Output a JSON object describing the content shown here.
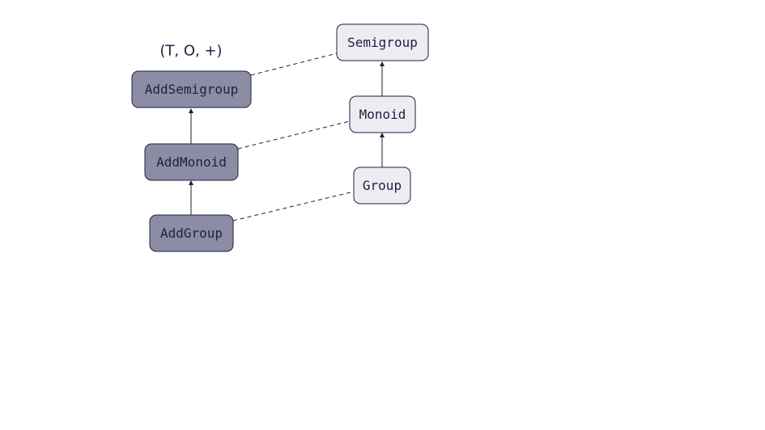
{
  "annotation": "(T, O, +)",
  "nodes": {
    "add_semigroup": "AddSemigroup",
    "add_monoid": "AddMonoid",
    "add_group": "AddGroup",
    "semigroup": "Semigroup",
    "monoid": "Monoid",
    "group": "Group"
  },
  "edges": {
    "inheritance": [
      {
        "from": "add_monoid",
        "to": "add_semigroup"
      },
      {
        "from": "add_group",
        "to": "add_monoid"
      },
      {
        "from": "monoid",
        "to": "semigroup"
      },
      {
        "from": "group",
        "to": "monoid"
      }
    ],
    "correspondence": [
      {
        "from": "add_semigroup",
        "to": "semigroup"
      },
      {
        "from": "add_monoid",
        "to": "monoid"
      },
      {
        "from": "add_group",
        "to": "group"
      }
    ]
  },
  "colors": {
    "additive_fill": "#8c8ca5",
    "base_fill": "#ededf1",
    "stroke": "#1e1e46"
  }
}
